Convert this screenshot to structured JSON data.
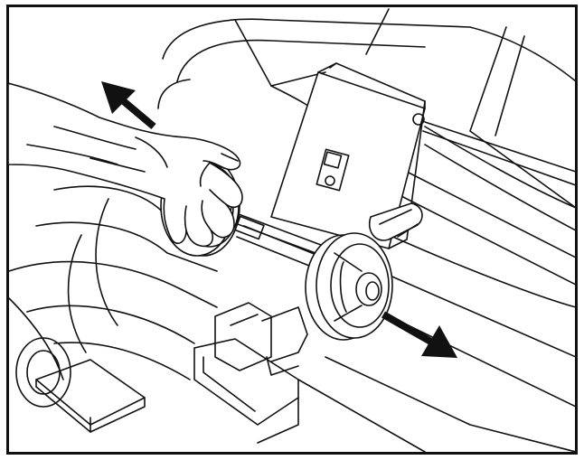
{
  "figure": {
    "ink_color": "#111111",
    "paper_color": "#ffffff",
    "arrows": [
      {
        "name": "pull-out-arrow",
        "direction": "up-left"
      },
      {
        "name": "push-out-arrow",
        "direction": "down-right"
      }
    ],
    "icons": [
      "hand-icon",
      "wheel-icon",
      "axle-icon",
      "handle-bracket-icon",
      "adjust-lever-icon"
    ]
  }
}
